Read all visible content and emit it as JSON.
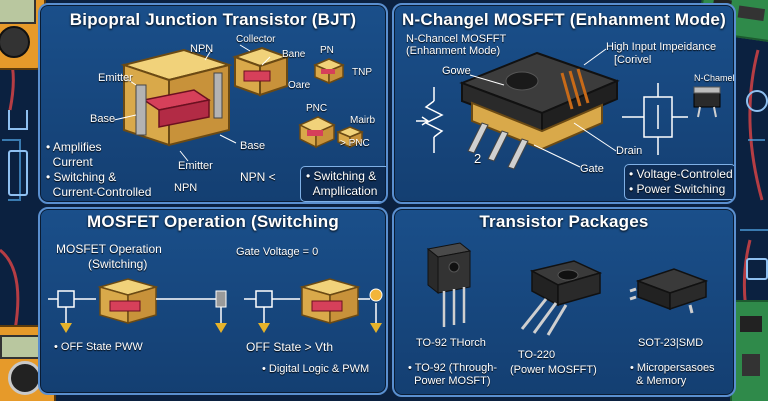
{
  "panels": {
    "bjt": {
      "title": "Bipopral Junction Transistor (BJT)",
      "labels": {
        "collector": "Collector",
        "npn": "NPN",
        "bane": "Bane",
        "pn": "PN",
        "emitter_top": "Emitter",
        "oare": "Oare",
        "tnp": "TNP",
        "base_left": "Base",
        "pnc": "PNC",
        "mairb": "Mairb",
        "pnc_arrow": "> PNC",
        "base_right": "Base",
        "emitter_bottom": "Emitter",
        "npn_bottom": "NPN",
        "npn_arrow": "NPN <"
      },
      "bullets": [
        "Amplifies",
        "Current",
        "Switching &",
        "Current-Controlled"
      ],
      "callout": [
        "Switching &",
        "Ampllication"
      ]
    },
    "mosfet_nchannel": {
      "title": "N-Changel MOSFFT (Enhanment Mode)",
      "labels": {
        "subtitle_1": "N-Chancel MOSFFT",
        "subtitle_2": "(Enhanment Mode)",
        "gowe": "Gowe",
        "high_input_1": "High Input Impeidance",
        "high_input_2": "[Corivel",
        "n_chamel": "N-Chamel",
        "two": "2",
        "drain": "Drain",
        "gate": "Gate"
      },
      "bullets": [
        "Voltage-Controled",
        "Power Switching"
      ]
    },
    "operation": {
      "title": "MOSFET Operation (Switching",
      "labels": {
        "sub_1": "MOSFET Operation",
        "sub_2": "(Switching)",
        "gate_voltage": "Gate Voltage = 0",
        "off_state": "OFF State PWW",
        "off_state_vth": "OFF State > Vth"
      },
      "bullets": [
        "Digital Logic & PWM"
      ]
    },
    "packages": {
      "title": "Transistor Packages",
      "labels": {
        "to92_torch": "TO-92 THorch",
        "to220": "TO-220",
        "sot23": "SOT-23|SMD"
      },
      "bullets_left": [
        "TO-92 (Through-",
        "Power MOSFT)"
      ],
      "to220_sub": "(Power MOSFFT)",
      "bullets_right": [
        "Micropersasoes",
        "& Memory"
      ]
    }
  }
}
